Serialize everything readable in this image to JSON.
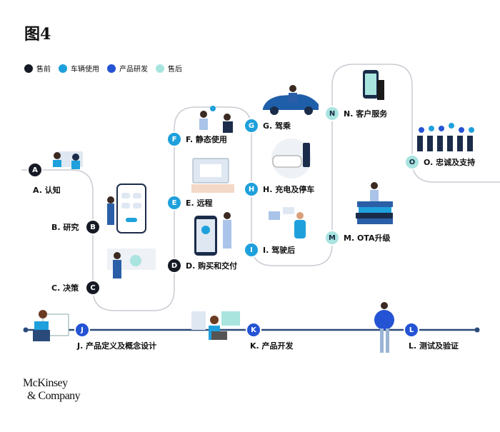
{
  "title": "图4",
  "legend": [
    {
      "label": "售前",
      "color": "#151a24"
    },
    {
      "label": "车辆使用",
      "color": "#1ea0dc"
    },
    {
      "label": "产品研发",
      "color": "#2453d4"
    },
    {
      "label": "售后",
      "color": "#a9e4df"
    }
  ],
  "stages": {
    "A": {
      "letter": "A",
      "label": "A. 认知"
    },
    "B": {
      "letter": "B",
      "label": "B. 研究"
    },
    "C": {
      "letter": "C",
      "label": "C. 决策"
    },
    "D": {
      "letter": "D",
      "label": "D. 购买和交付"
    },
    "E": {
      "letter": "E",
      "label": "E. 远程"
    },
    "F": {
      "letter": "F",
      "label": "F. 静态使用"
    },
    "G": {
      "letter": "G",
      "label": "G. 驾乘"
    },
    "H": {
      "letter": "H",
      "label": "H. 充电及停车"
    },
    "I": {
      "letter": "I",
      "label": "I. 驾驶后"
    },
    "M": {
      "letter": "M",
      "label": "M. OTA升级"
    },
    "N": {
      "letter": "N",
      "label": "N. 客户服务"
    },
    "O": {
      "letter": "O",
      "label": "O. 忠诚及支持"
    },
    "J": {
      "letter": "J",
      "label": "J. 产品定义及概念设计"
    },
    "K": {
      "letter": "K",
      "label": "K. 产品开发"
    },
    "L": {
      "letter": "L",
      "label": "L. 测试及验证"
    }
  },
  "logo": {
    "line1": "McKinsey",
    "line2": "& Company"
  }
}
